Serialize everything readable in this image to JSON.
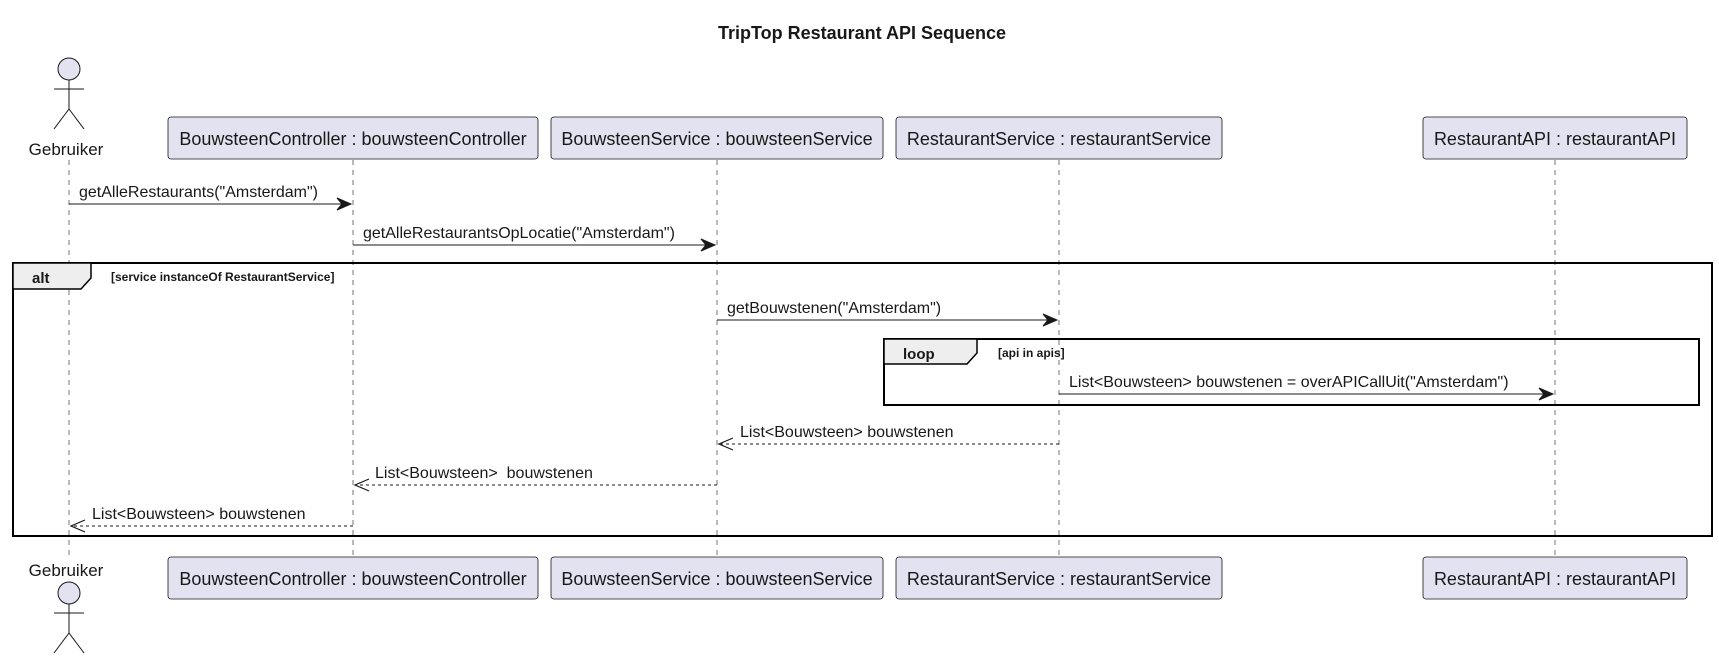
{
  "title": "TripTop Restaurant API Sequence",
  "participants": [
    {
      "id": "gebruiker",
      "label": "Gebruiker",
      "kind": "actor"
    },
    {
      "id": "controller",
      "label": "BouwsteenController : bouwsteenController",
      "kind": "participant"
    },
    {
      "id": "bservice",
      "label": "BouwsteenService : bouwsteenService",
      "kind": "participant"
    },
    {
      "id": "rservice",
      "label": "RestaurantService : restaurantService",
      "kind": "participant"
    },
    {
      "id": "rapi",
      "label": "RestaurantAPI : restaurantAPI",
      "kind": "participant"
    }
  ],
  "messages": [
    {
      "from": "gebruiker",
      "to": "controller",
      "label": "getAlleRestaurants(\"Amsterdam\")",
      "style": "sync"
    },
    {
      "from": "controller",
      "to": "bservice",
      "label": "getAlleRestaurantsOpLocatie(\"Amsterdam\")",
      "style": "sync"
    },
    {
      "from": "bservice",
      "to": "rservice",
      "label": "getBouwstenen(\"Amsterdam\")",
      "style": "sync"
    },
    {
      "from": "rservice",
      "to": "rapi",
      "label": "List<Bouwsteen> bouwstenen = overAPICallUit(\"Amsterdam\")",
      "style": "sync"
    },
    {
      "from": "rservice",
      "to": "bservice",
      "label": "List<Bouwsteen> bouwstenen",
      "style": "return"
    },
    {
      "from": "bservice",
      "to": "controller",
      "label": "List<Bouwsteen>  bouwstenen",
      "style": "return"
    },
    {
      "from": "controller",
      "to": "gebruiker",
      "label": "List<Bouwsteen> bouwstenen",
      "style": "return"
    }
  ],
  "fragments": [
    {
      "keyword": "alt",
      "guard": "[service instanceOf RestaurantService]"
    },
    {
      "keyword": "loop",
      "guard": "[api in apis]"
    }
  ],
  "colors": {
    "participant_fill": "#E2E2F0",
    "line": "#181818",
    "frame_tab": "#EEEEEE"
  }
}
